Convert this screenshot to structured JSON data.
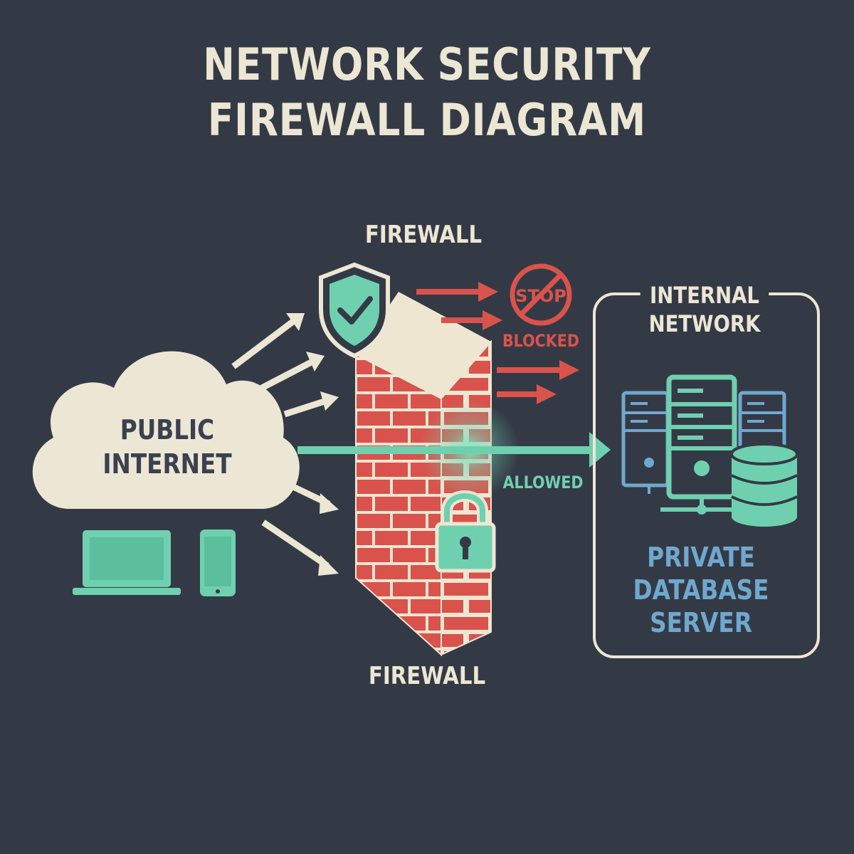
{
  "title": {
    "line1": "NETWORK SECURITY",
    "line2": "FIREWALL DIAGRAM"
  },
  "firewall": {
    "label_top": "FIREWALL",
    "label_bottom": "FIREWALL"
  },
  "public_internet": {
    "line1": "PUBLIC",
    "line2": "INTERNET"
  },
  "internal_network": {
    "line1": "INTERNAL",
    "line2": "NETWORK"
  },
  "traffic": {
    "stop_sign": "STOP",
    "blocked": "BLOCKED",
    "allowed": "ALLOWED"
  },
  "server": {
    "line1": "PRIVATE",
    "line2": "DATABASE",
    "line3": "SERVER"
  },
  "colors": {
    "background": "#343a45",
    "text_light": "#ece6d4",
    "accent_green": "#6fd0b0",
    "blocked_red": "#d9534c",
    "brick_red": "#d9534c",
    "server_blue": "#6fa8cf"
  }
}
